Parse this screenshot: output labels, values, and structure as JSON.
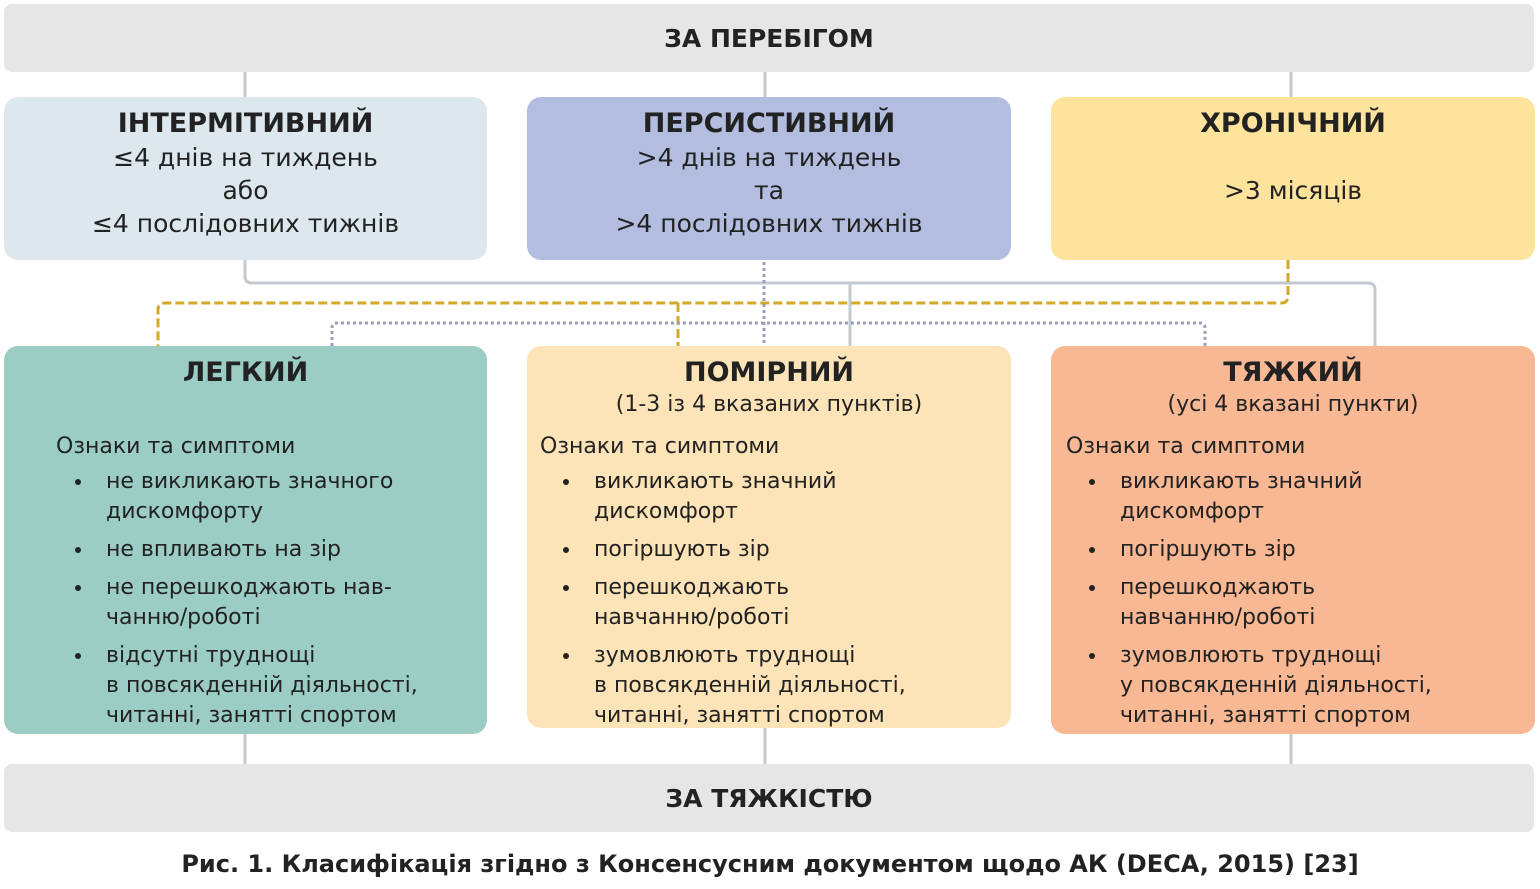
{
  "top_bar": "ЗА ПЕРЕБІГОМ",
  "bottom_bar": "ЗА ТЯЖКІСТЮ",
  "course": [
    {
      "title": "ІНТЕРМІТИВНИЙ",
      "lines": [
        "≤4 днів на тиждень",
        "або",
        "≤4 послідовних тижнів"
      ]
    },
    {
      "title": "ПЕРСИСТИВНИЙ",
      "lines": [
        ">4 днів на тиждень",
        "та",
        ">4 послідовних тижнів"
      ]
    },
    {
      "title": "ХРОНІЧНИЙ",
      "lines": [
        "",
        ">3 місяців",
        ""
      ]
    }
  ],
  "severity": [
    {
      "title": "ЛЕГКИЙ",
      "subtitle": "",
      "section": "Ознаки та симптоми",
      "bullets": [
        "не викликають значного\nдискомфорту",
        "не впливають на зір",
        "не перешкоджають нав-\nчанню/роботі",
        "відсутні труднощі\nв повсякденній діяльності,\nчитанні, занятті спортом"
      ]
    },
    {
      "title": "ПОМІРНИЙ",
      "subtitle": "(1-3 із 4 вказаних пунктів)",
      "section": "Ознаки та симптоми",
      "bullets": [
        "викликають значний\nдискомфорт",
        "погіршують зір",
        "перешкоджають\nнавчанню/роботі",
        "зумовлюють труднощі\nв повсякденній діяльності,\nчитанні, занятті спортом"
      ]
    },
    {
      "title": "ТЯЖКИЙ",
      "subtitle": "(усі 4 вказані пункти)",
      "section": "Ознаки та симптоми",
      "bullets": [
        "викликають значний\nдискомфорт",
        "погіршують зір",
        "перешкоджають\nнавчанню/роботі",
        "зумовлюють труднощі\nу повсякденній діяльності,\nчитанні, занятті спортом"
      ]
    }
  ],
  "caption": "Рис. 1. Класифікація згідно з Консенсусним документом щодо АК (DECA, 2015) [23]",
  "colors": {
    "intermittent": "#dce8ee",
    "persistent": "#b3bde0",
    "chronic": "#fde39b",
    "mild": "#9ccdc5",
    "moderate": "#fde4b8",
    "severe": "#f9b894"
  }
}
